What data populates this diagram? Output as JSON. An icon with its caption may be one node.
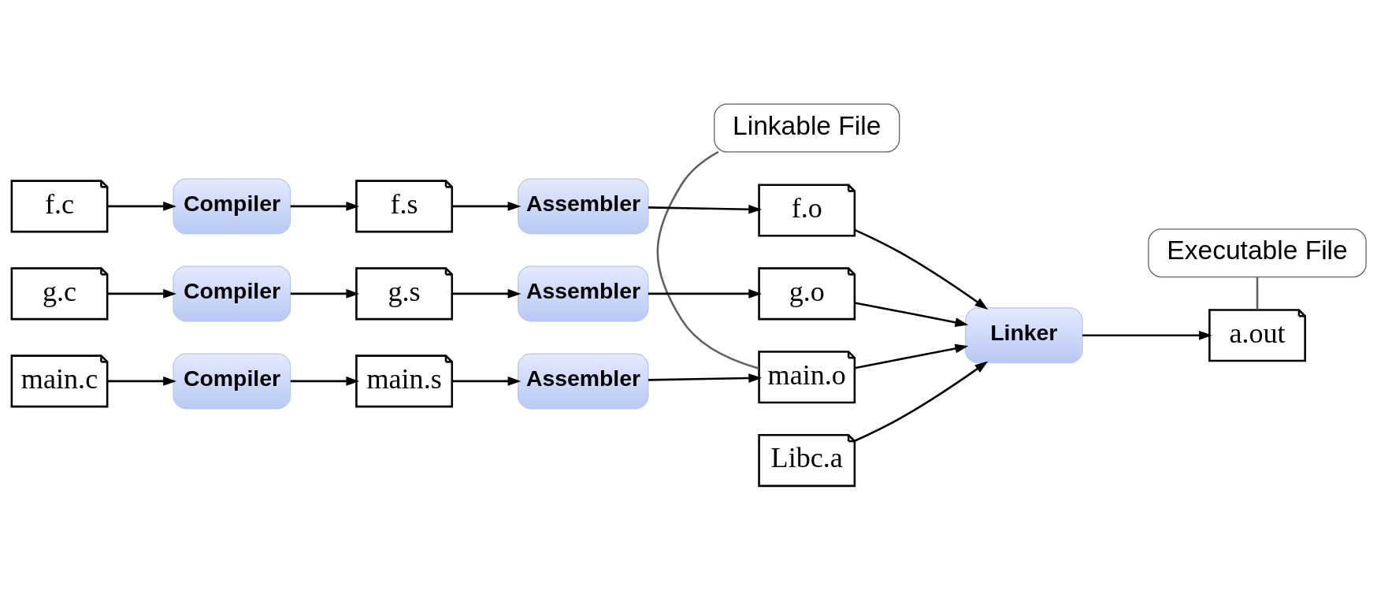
{
  "diagram": {
    "nodes": [
      {
        "text": [
          "Linkable File"
        ]
      },
      {
        "text": [
          "main.c"
        ]
      },
      {
        "text": [
          "Compiler"
        ]
      },
      {
        "text": [
          "main.s"
        ]
      },
      {
        "text": [
          "Assembler"
        ]
      },
      {
        "text": [
          "main.o"
        ]
      },
      {
        "text": [
          "Executable File"
        ]
      },
      {
        "text": [
          "f.c"
        ]
      },
      {
        "text": [
          "Compiler"
        ]
      },
      {
        "text": [
          "f.s"
        ]
      },
      {
        "text": [
          "Assembler"
        ]
      },
      {
        "text": [
          "f.o"
        ]
      },
      {
        "text": [
          "Linker"
        ]
      },
      {
        "text": [
          "a.out"
        ]
      },
      {
        "text": [
          "g.c"
        ]
      },
      {
        "text": [
          "Compiler"
        ]
      },
      {
        "text": [
          "g.s"
        ]
      },
      {
        "text": [
          "Assembler"
        ]
      },
      {
        "text": [
          "g.o"
        ]
      },
      {
        "text": [
          "Libc.a"
        ]
      }
    ],
    "edges": [
      {
        "from": 1,
        "to": 2,
        "arrow": "to"
      },
      {
        "from": 2,
        "to": 3,
        "arrow": "to"
      },
      {
        "from": 3,
        "to": 4,
        "arrow": "to"
      },
      {
        "from": 4,
        "to": 5,
        "arrow": "to"
      },
      {
        "from": 7,
        "to": 8,
        "arrow": "to"
      },
      {
        "from": 8,
        "to": 9,
        "arrow": "to"
      },
      {
        "from": 9,
        "to": 10,
        "arrow": "to"
      },
      {
        "from": 10,
        "to": 11,
        "arrow": "to"
      },
      {
        "from": 14,
        "to": 15,
        "arrow": "to"
      },
      {
        "from": 15,
        "to": 16,
        "arrow": "to"
      },
      {
        "from": 16,
        "to": 17,
        "arrow": "to"
      },
      {
        "from": 17,
        "to": 18,
        "arrow": "to"
      },
      {
        "from": 5,
        "to": 12,
        "arrow": "to"
      },
      {
        "from": 11,
        "to": 12,
        "arrow": "to"
      },
      {
        "from": 18,
        "to": 12,
        "arrow": "to"
      },
      {
        "from": 19,
        "to": 12,
        "arrow": "to"
      },
      {
        "from": 12,
        "to": 13,
        "arrow": "to"
      },
      {
        "from": 0,
        "to": 5,
        "arrow": "none",
        "color": "#606060"
      },
      {
        "from": 6,
        "to": 13,
        "arrow": "none",
        "color": "#606060"
      }
    ]
  }
}
